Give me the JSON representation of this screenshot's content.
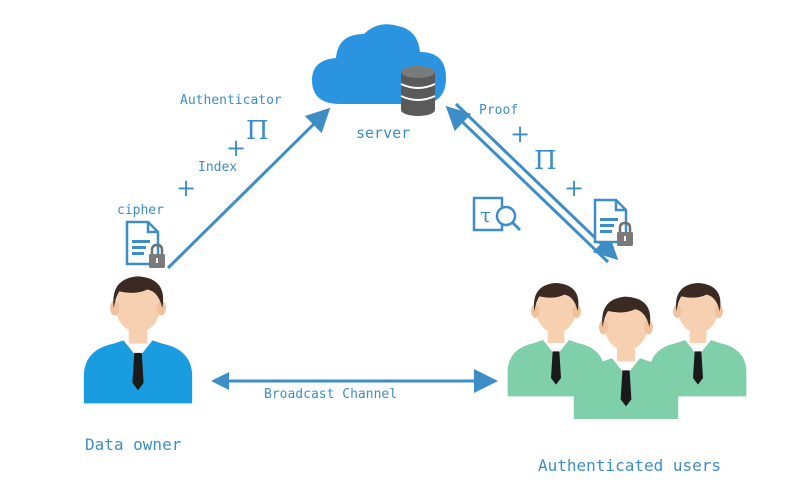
{
  "labels": {
    "server": "server",
    "authenticator": "Authenticator",
    "index": "Index",
    "cipher": "cipher",
    "proof": "Proof",
    "broadcast": "Broadcast  Channel",
    "data_owner": "Data owner",
    "auth_users": "Authenticated  users",
    "pi_left": "Π",
    "pi_right": "Π",
    "plus_1": "+",
    "plus_2": "+",
    "plus_3": "+",
    "plus_4": "+"
  },
  "icons": {
    "cloud": "cloud-icon",
    "database": "database-icon",
    "cipher_doc": "locked-document-icon",
    "proof_doc": "locked-document-icon",
    "token": "token-search-icon",
    "owner": "person-icon",
    "users": "people-group-icon"
  },
  "colors": {
    "accent": "#3d8ec7",
    "cloud": "#2a94e0",
    "owner_shirt": "#1a9de0",
    "users_shirt": "#7fcfaa",
    "hair": "#3a2a22",
    "skin": "#f6d0b0",
    "lock": "#7a7a7a"
  }
}
